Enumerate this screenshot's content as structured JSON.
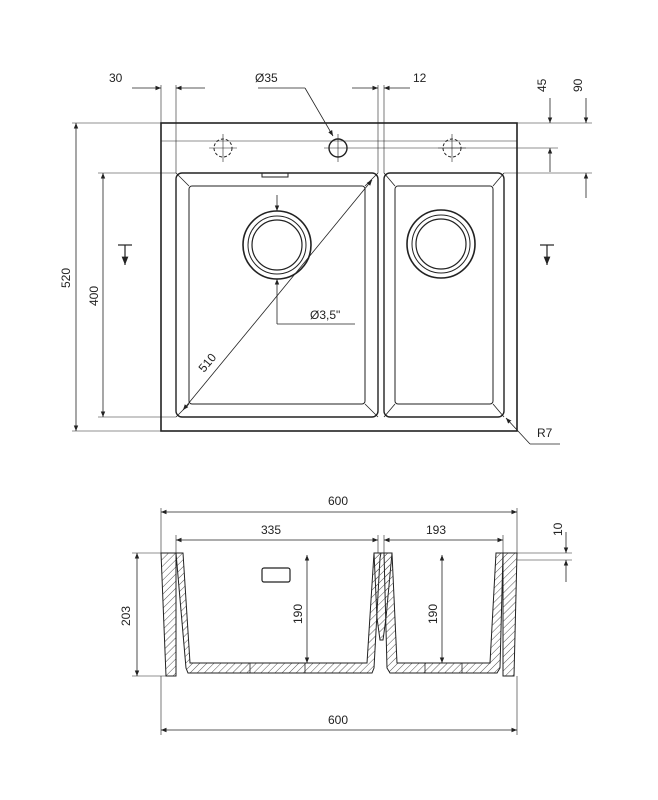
{
  "top_view": {
    "width_label": "",
    "dims": {
      "left_offset": "30",
      "tap_hole_diameter": "Ø35",
      "divider_offset": "12",
      "tap_hole_from_top": "45",
      "top_edge_depth": "90",
      "overall_depth": "520",
      "bowl_depth": "400",
      "diagonal": "510",
      "drain_diameter": "Ø3,5\"",
      "corner_radius": "R7"
    }
  },
  "section_view": {
    "dims": {
      "overall_width_top": "600",
      "left_bowl_width": "335",
      "right_bowl_width": "193",
      "rim_thickness": "10",
      "overall_height": "203",
      "left_bowl_depth": "190",
      "right_bowl_depth": "190",
      "overall_width_bottom": "600"
    }
  }
}
